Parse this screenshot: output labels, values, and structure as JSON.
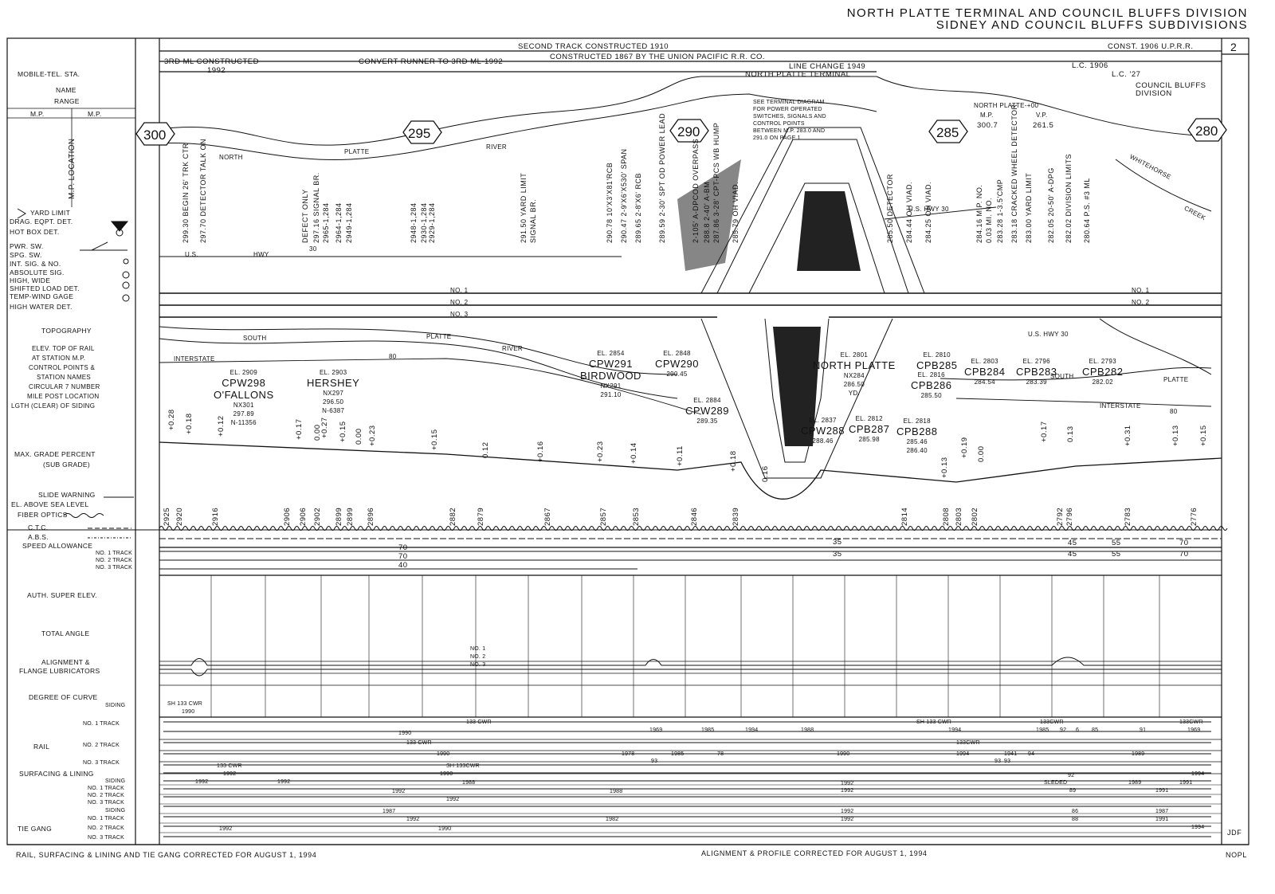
{
  "header": {
    "title_line1": "NORTH PLATTE TERMINAL AND COUNCIL BLUFFS DIVISION",
    "title_line2": "SIDNEY AND COUNCIL BLUFFS SUBDIVISIONS",
    "page_number": "2"
  },
  "top_notes": {
    "second_track": "SECOND TRACK CONSTRUCTED 1910",
    "constructed": "CONSTRUCTED 1867 BY THE UNION PACIFIC R.R. CO.",
    "const_1906": "CONST. 1906 U.P.R.R.",
    "third_ml": "3RD ML CONSTRUCTED",
    "third_ml_year": "1992",
    "convert_runner": "CONVERT RUNNER TO 3RD ML-1992",
    "line_change": "LINE CHANGE 1949",
    "terminal": "NORTH PLATTE TERMINAL",
    "lc1906": "L.C. 1906",
    "lc27": "L.C. '27",
    "council_bluffs": "COUNCIL BLUFFS",
    "division": "DIVISION"
  },
  "left_labels": {
    "mobile_tel": "MOBILE-TEL. STA.",
    "name": "NAME",
    "range": "RANGE",
    "mp": "M.P.",
    "mp_location": "M.P. LOCATION",
    "yard_limit": "YARD LIMIT",
    "drag": "DRAG. EQPT. DET.",
    "hot_box": "HOT BOX DET.",
    "pwr_sw": "PWR. SW.",
    "spg_sw": "SPG. SW.",
    "int_sig": "INT. SIG. & NO.",
    "abs_sig": "ABSOLUTE SIG.",
    "high_wide": "HIGH, WIDE",
    "shifted": "SHIFTED LOAD DET.",
    "temp_wind": "TEMP-WIND GAGE",
    "high_water": "HIGH WATER DET.",
    "topography": "TOPOGRAPHY",
    "elev_top": "ELEV. TOP OF RAIL",
    "at_station": "AT STATION M.P.",
    "control_points": "CONTROL POINTS &",
    "station_names": "STATION NAMES",
    "circular": "CIRCULAR 7 NUMBER",
    "mile_post": "MILE POST LOCATION",
    "length_siding": "LGTH (CLEAR) OF SIDING",
    "max_grade": "MAX. GRADE PERCENT",
    "sub_grade": "(SUB GRADE)",
    "slide": "SLIDE WARNING",
    "el_above": "EL. ABOVE SEA LEVEL",
    "fiber": "FIBER OPTICS",
    "ctc": "C.T.C.",
    "abs": "A.B.S.",
    "speed": "SPEED ALLOWANCE",
    "no1_track": "NO. 1 TRACK",
    "no2_track": "NO. 2 TRACK",
    "no3_track": "NO. 3 TRACK",
    "auth_super": "AUTH. SUPER ELEV.",
    "total_angle": "TOTAL ANGLE",
    "alignment": "ALIGNMENT &",
    "flange": "FLANGE LUBRICATORS",
    "degree_curve": "DEGREE OF CURVE",
    "siding": "SIDING",
    "rail": "RAIL",
    "surfacing": "SURFACING & LINING",
    "tie_gang": "TIE GANG"
  },
  "mileposts": [
    "300",
    "295",
    "290",
    "285",
    "280"
  ],
  "river": {
    "north": "NORTH",
    "platte": "PLATTE",
    "river": "RIVER",
    "south": "SOUTH",
    "whitehorse": "WHITEHORSE",
    "creek": "CREEK"
  },
  "roads": {
    "us_hwy": "U.S.",
    "hwy": "HWY",
    "hwy30": "30",
    "interstate": "INTERSTATE",
    "i80": "80",
    "us_hwy30": "U.S. HWY 30"
  },
  "tracks": {
    "no1": "NO. 1",
    "no2": "NO. 2",
    "no3": "NO. 3"
  },
  "stations": [
    {
      "el": "EL. 2909",
      "cp": "CPW298",
      "name": "O'FALLONS",
      "nx": "NX301",
      "mp": "297.89",
      "len": "N-11356"
    },
    {
      "el": "EL. 2903",
      "cp": "",
      "name": "HERSHEY",
      "nx": "NX297",
      "mp": "296.50",
      "len": "N-6387"
    },
    {
      "el": "EL. 2854",
      "cp": "CPW291",
      "name": "BIRDWOOD",
      "nx": "NX291",
      "mp": "291.10",
      "len": ""
    },
    {
      "el": "EL. 2848",
      "cp": "CPW290",
      "name": "",
      "nx": "",
      "mp": "290.45",
      "len": ""
    },
    {
      "el": "EL. 2884",
      "cp": "CPW289",
      "name": "",
      "nx": "",
      "mp": "289.35",
      "len": ""
    },
    {
      "el": "EL. 2801",
      "cp": "",
      "name": "NORTH PLATTE",
      "nx": "NX284",
      "mp": "286.50",
      "len": "YD."
    },
    {
      "el": "EL. 2837",
      "cp": "CPW288",
      "name": "",
      "nx": "",
      "mp": "288.46",
      "len": ""
    },
    {
      "el": "EL. 2812",
      "cp": "CPB287",
      "name": "",
      "nx": "",
      "mp": "285.98",
      "len": ""
    },
    {
      "el": "EL. 2816",
      "cp": "CPB286",
      "name": "",
      "nx": "",
      "mp": "285.50",
      "len": ""
    },
    {
      "el": "EL. 2818",
      "cp": "CPB288",
      "name": "",
      "nx": "",
      "mp": "285.46",
      "len": "286.40"
    },
    {
      "el": "EL. 2810",
      "cp": "CPB285",
      "name": "",
      "nx": "",
      "mp": "",
      "len": ""
    },
    {
      "el": "EL. 2803",
      "cp": "CPB284",
      "name": "",
      "nx": "",
      "mp": "284.54",
      "len": ""
    },
    {
      "el": "EL. 2796",
      "cp": "CPB283",
      "name": "",
      "nx": "",
      "mp": "283.39",
      "len": ""
    },
    {
      "el": "EL. 2793",
      "cp": "CPB282",
      "name": "",
      "nx": "",
      "mp": "282.02",
      "len": ""
    }
  ],
  "vertical_notes": [
    "299.30  BEGIN 26' TRK CTR",
    "297.70  DETECTOR TALK ON",
    "DEFECT ONLY",
    "297.16  SIGNAL BR.",
    "2965-1,284",
    "2964-1,284",
    "2949-1,284",
    "2948-1,284",
    "2930-1,284",
    "2929-1,284",
    "291.50  YARD LIMIT",
    "SIGNAL BR.",
    "290.78  10'X3'X81'RCB",
    "290.47  2-9'X6'X530' SPAN",
    "289.65  2-8'X6' RCB",
    "289.59  2-30' SPT OD POWER LEAD",
    "2-105' A-DPCOD OVERPASS",
    "288.8  2-40' A-BM",
    "287.86  3-28' CPT-PCS WB HUMP",
    "285.79  OH VIAD.",
    "285.50  DETECTOR",
    "284.44  OH VIAD.",
    "284.25  OH VIAD.",
    "284.16  M.P. NO.",
    "0.03 MI. NO.",
    "283.28  1-3.5'CMP",
    "283.18  CRACKED WHEEL DETECTOR",
    "283.00  YARD LIMIT",
    "282.05  20-50' A-DPG",
    "282.02  DIVISION LIMITS",
    "280.64  P.S. #3 ML"
  ],
  "terminal_note": [
    "SEE TERMINAL DIAGRAM",
    "FOR POWER OPERATED",
    "SWITCHES, SIGNALS AND",
    "CONTROL POINTS",
    "BETWEEN M.P. 283.0 AND",
    "291.0 ON PAGE 1"
  ],
  "np_box": {
    "title": "NORTH PLATTE-+00",
    "mp_label": "M.P.",
    "vp_label": "V.P.",
    "mp": "300.7",
    "vp": "261.5"
  },
  "grades": [
    "+0.28",
    "+0.18",
    "+0.12",
    "+0.17",
    "0.00",
    "+0.27",
    "+0.15",
    "0.00",
    "+0.23",
    "+0.15",
    "0.12",
    "+0.16",
    "+0.23",
    "+0.14",
    "+0.11",
    "+0.18",
    "0.16",
    "+0.13",
    "+0.19",
    "0.00",
    "+0.17",
    "0.13",
    "+0.31",
    "+0.13",
    "+0.15"
  ],
  "elevations": [
    "2925",
    "2920",
    "2916",
    "2906",
    "2906",
    "2902",
    "2899",
    "2899",
    "2896",
    "2882",
    "2879",
    "2867",
    "2857",
    "2853",
    "2846",
    "2839",
    "2814",
    "2808",
    "2803",
    "2802",
    "2792",
    "2796",
    "2783",
    "2776"
  ],
  "speeds": {
    "s70a": "70",
    "s70b": "70",
    "s40": "40",
    "s35a": "35",
    "s35b": "35",
    "s45a": "45",
    "s45b": "45",
    "s55a": "55",
    "s55b": "55",
    "s70c": "70",
    "s70d": "70"
  },
  "rail": {
    "sh133": "SH 133 CWR",
    "y1990": "1990",
    "c133": "133 CWR",
    "y1969": "1969",
    "y1985": "1985",
    "y1994": "1994",
    "y1988": "1988",
    "sh133b": "SH 133 CWR",
    "y1994b": "1994",
    "c133b": "133CWR",
    "y1985b": "1985",
    "r92": "92",
    "r6": "6",
    "r85": "85",
    "r91": "91",
    "c133c": "133CWR",
    "y1969b": "1969",
    "n2_1990": "1990",
    "n2_133": "133 CWR",
    "n2_133b": "133CWR",
    "n3_1990": "1990",
    "n3_1978": "1978",
    "n3_93": "93",
    "n3_1985": "1985",
    "n3_78": "78",
    "n3_1990b": "1990",
    "n3_1994": "1994",
    "n3_1941": "1941",
    "n3_94": "94",
    "n3_93b": "93",
    "n3_1989": "1989",
    "n3_133": "133 CWR"
  },
  "surfacing": {
    "sd_133": "133 CWR",
    "sd_1992": "1992",
    "sd_shcwr": "SH 133CWR",
    "n1_1992": "1992",
    "n1_1992b": "1992",
    "n1_1990": "1990",
    "n1_1988": "1988",
    "n2_1992": "1992",
    "n2_1992b": "1992",
    "n2_1988": "1988",
    "c_1992": "1992",
    "c_1992b": "1992",
    "sleded": "SLEDED",
    "s92": "92",
    "s89": "89",
    "s1989": "1989",
    "s1991": "1991",
    "s1994": "1994",
    "s1991b": "1991"
  },
  "tie": {
    "t_1987": "1987",
    "t_1992": "1992",
    "t_1982": "1982",
    "t_1992b": "1992",
    "t_1992c": "1992",
    "t_1990": "1990",
    "t_1992d": "1992",
    "t_86": "86",
    "t_88": "88",
    "t_1987b": "1987",
    "t_1991": "1991",
    "t_1994": "1994"
  },
  "alignment": {
    "no1": "NO. 1",
    "no2": "NO. 2",
    "no3": "NO. 3"
  },
  "footer": {
    "left": "RAIL, SURFACING & LINING AND TIE GANG CORRECTED FOR AUGUST 1, 1994",
    "center": "ALIGNMENT & PROFILE CORRECTED FOR AUGUST 1, 1994",
    "right": "NOPL",
    "initials": "JDF"
  }
}
